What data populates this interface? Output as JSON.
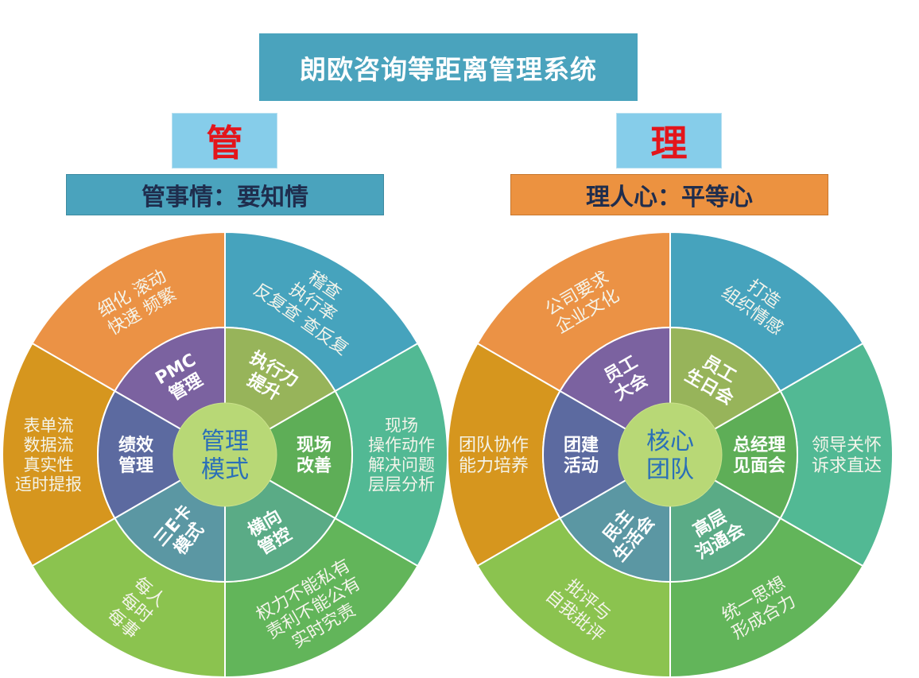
{
  "title": "朗欧咨询等距离管理系统",
  "left": {
    "char": "管",
    "subtitle": "管事情：要知情",
    "center": [
      "管理",
      "模式"
    ],
    "inner": [
      [
        "PMC",
        "管理"
      ],
      [
        "绩效",
        "管理"
      ],
      [
        "三E卡",
        "模式"
      ],
      [
        "横向",
        "管控"
      ],
      [
        "现场",
        "改善"
      ],
      [
        "执行力",
        "提升"
      ]
    ],
    "outer": [
      [
        "细化 滚动",
        "快速 频繁"
      ],
      [
        "表单流",
        "数据流",
        "真实性",
        "适时提报"
      ],
      [
        "每人",
        "每时",
        "每事"
      ],
      [
        "权力不能私有",
        "责利不能公有",
        "实时究责"
      ],
      [
        "现场",
        "操作动作",
        "解决问题",
        "层层分析"
      ],
      [
        "稽查",
        "执行率",
        "反复查 查反复"
      ]
    ]
  },
  "right": {
    "char": "理",
    "subtitle": "理人心：平等心",
    "center": [
      "核心",
      "团队"
    ],
    "inner": [
      [
        "员工",
        "大会"
      ],
      [
        "团建",
        "活动"
      ],
      [
        "民主",
        "生活会"
      ],
      [
        "高层",
        "沟通会"
      ],
      [
        "总经理",
        "见面会"
      ],
      [
        "员工",
        "生日会"
      ]
    ],
    "outer": [
      [
        "公司要求",
        "企业文化"
      ],
      [
        "团队协作",
        "能力培养"
      ],
      [
        "批评与",
        "自我批评"
      ],
      [
        "统一思想",
        "形成合力"
      ],
      [
        "领导关怀",
        "诉求直达"
      ],
      [
        "打造",
        "组织情感"
      ]
    ]
  },
  "colors": {
    "inner": [
      "#7b62a0",
      "#5c6aa0",
      "#5b97a3",
      "#5aab86",
      "#5eae57",
      "#97b45a"
    ],
    "outer": [
      "#eb9245",
      "#d6961e",
      "#8bc34f",
      "#62b55a",
      "#52b994",
      "#46a3bd"
    ],
    "center": "#b8d876",
    "centerText": "#2a6fb8"
  }
}
